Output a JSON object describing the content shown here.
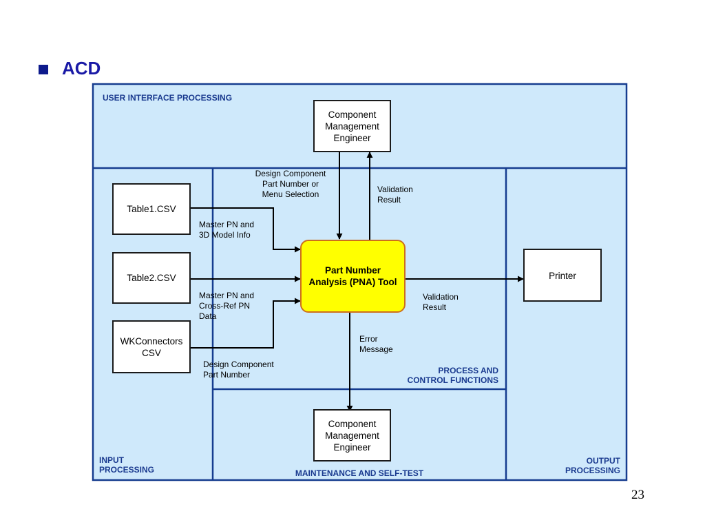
{
  "slide": {
    "title": "ACD",
    "page_number": "23"
  },
  "regions": {
    "ui": "USER INTERFACE PROCESSING",
    "process": "PROCESS AND\nCONTROL FUNCTIONS",
    "input": "INPUT\nPROCESSING",
    "maintenance": "MAINTENANCE AND SELF-TEST",
    "output": "OUTPUT\nPROCESSING"
  },
  "nodes": {
    "engineer_top": "Component\nManagement\nEngineer",
    "table1": "Table1.CSV",
    "table2": "Table2.CSV",
    "wkconnectors": "WKConnectors\nCSV",
    "pna_tool": "Part Number\nAnalysis (PNA) Tool",
    "printer": "Printer",
    "engineer_bottom": "Component\nManagement\nEngineer"
  },
  "flows": {
    "design_pn_menu": "Design Component\nPart Number or\nMenu Selection",
    "validation_top": "Validation\nResult",
    "master_pn_3d": "Master PN  and\n3D Model Info",
    "master_pn_xref": "Master PN  and\nCross-Ref PN\nData",
    "design_pn": "Design Component\nPart Number",
    "validation_right": "Validation\nResult",
    "error_message": "Error\nMessage"
  },
  "colors": {
    "region_fill": "#cfe9fb",
    "region_border": "#163c8f",
    "pna_fill": "#ffff00",
    "pna_border": "#cc6f1c",
    "title": "#1a1aa6"
  }
}
